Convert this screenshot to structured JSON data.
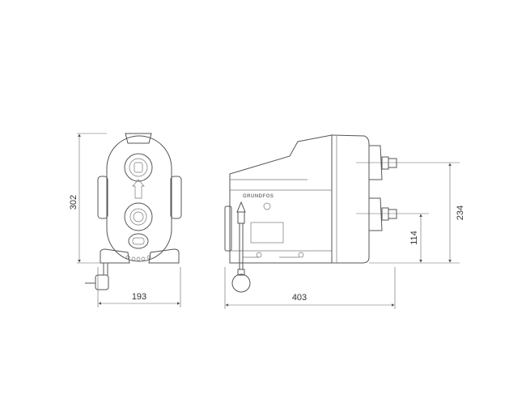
{
  "drawing": {
    "front_view": {
      "width_dimension": "193",
      "height_dimension": "302"
    },
    "side_view": {
      "length_dimension": "403",
      "upper_outlet_height": "234",
      "lower_inlet_height": "114",
      "brand_logo": "GRUNDFOS"
    },
    "line_color": "#555555"
  }
}
